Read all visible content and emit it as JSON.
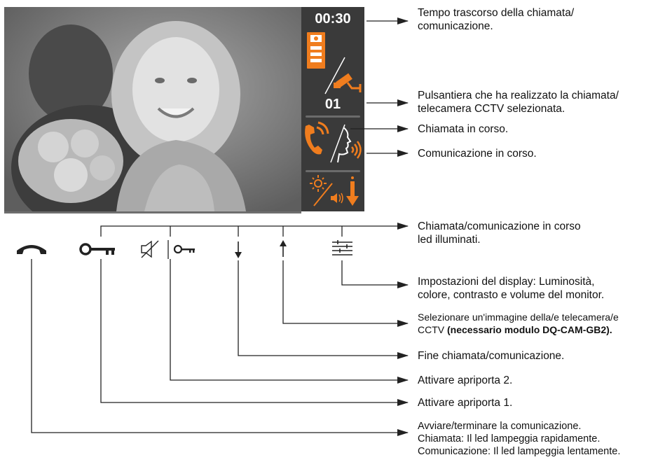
{
  "screen": {
    "time": "00:30",
    "panel_number": "01"
  },
  "callouts": {
    "elapsed_time": [
      "Tempo trascorso della chiamata/",
      "comunicazione."
    ],
    "panel_selected": [
      "Pulsantiera che ha realizzato la chiamata/",
      "telecamera CCTV selezionata."
    ],
    "call_in_progress": "Chiamata in corso.",
    "communication_in_progress": "Comunicazione in corso.",
    "leds_lit": [
      "Chiamata/comunicazione in corso",
      "led illuminati."
    ],
    "display_settings": [
      "Impostazioni del display: Luminosità,",
      "colore, contrasto e volume del monitor."
    ],
    "select_camera": {
      "line1": "Selezionare un'immagine della/e telecamera/e",
      "line2_plain": "CCTV ",
      "line2_bold": "(necessario modulo DQ-CAM-GB2)."
    },
    "end_call": "Fine chiamata/comunicazione.",
    "door2": "Attivare apriporta 2.",
    "door1": "Attivare apriporta 1.",
    "start_end": [
      "Avviare/terminare la comunicazione.",
      "Chiamata: Il led lampeggia rapidamente.",
      "Comunicazione: Il led lampeggia lentamente."
    ]
  },
  "colors": {
    "accent": "#f07d1e",
    "panel_bg": "#3a3a3a",
    "line": "#222222"
  },
  "icons": [
    "handset-icon",
    "key-icon",
    "mute-icon",
    "small-key-icon",
    "down-arrow-icon",
    "up-arrow-icon",
    "settings-sliders-icon",
    "door-panel-icon",
    "cctv-camera-icon",
    "ringing-phone-icon",
    "talking-face-icon",
    "brightness-icon",
    "volume-icon",
    "scroll-down-icon"
  ]
}
